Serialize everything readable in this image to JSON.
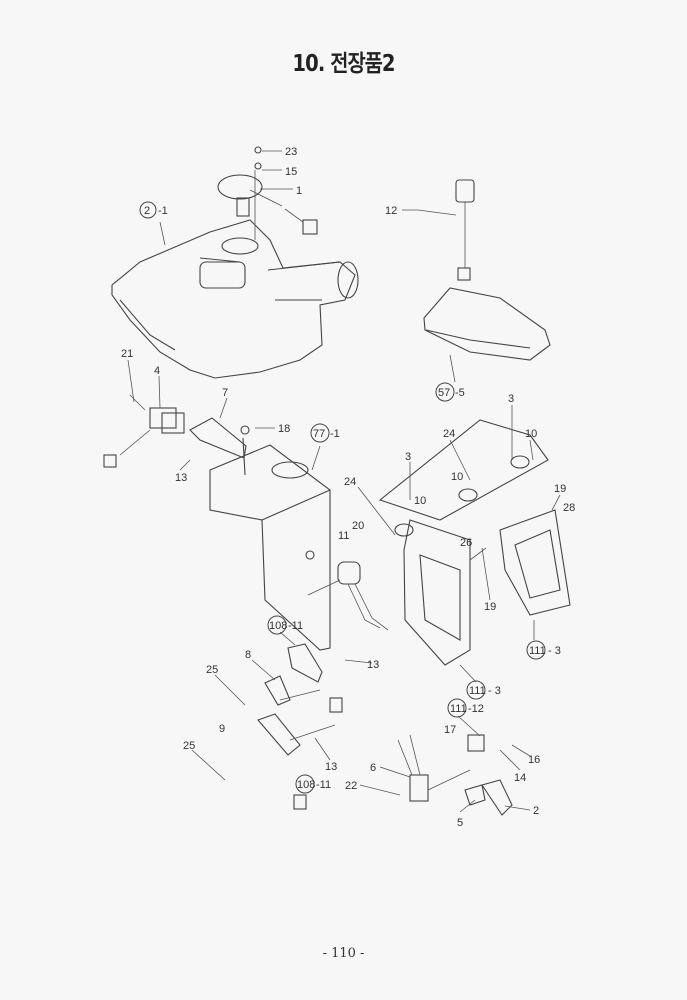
{
  "title": "10. 전장품2",
  "page_number": "- 110 -",
  "callouts": [
    "23",
    "15",
    "1",
    "2",
    "-1",
    "12",
    "57",
    "-5",
    "21",
    "4",
    "7",
    "18",
    "77",
    "-1",
    "13",
    "3",
    "10",
    "24",
    "3",
    "10",
    "10",
    "24",
    "19",
    "28",
    "20",
    "11",
    "26",
    "19",
    "111",
    "- 3",
    "111",
    "- 3",
    "108",
    "-11",
    "8",
    "13",
    "25",
    "111",
    "-12",
    "17",
    "16",
    "14",
    "6",
    "22",
    "5",
    "2",
    "25",
    "13",
    "108",
    "-11",
    "9"
  ]
}
